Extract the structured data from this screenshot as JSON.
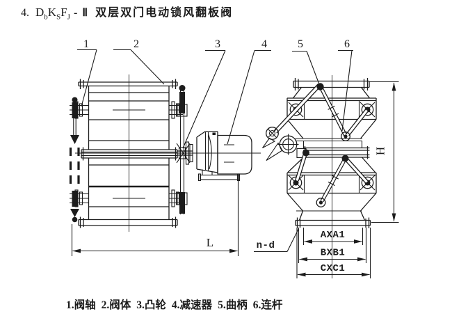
{
  "title": {
    "index": "4.",
    "formula": [
      {
        "base": "D",
        "sub": "b"
      },
      {
        "base": "K",
        "sub": "S"
      },
      {
        "base": "F",
        "sub": "J"
      }
    ],
    "dash": "-",
    "series": "Ⅱ",
    "name": "双层双门电动锁风翻板阀"
  },
  "callouts": {
    "c1": "1",
    "c2": "2",
    "c3": "3",
    "c4": "4",
    "c5": "5",
    "c6": "6"
  },
  "dimensions": {
    "length": "L",
    "height": "H",
    "flange_a": "AXA1",
    "flange_b": "BXB1",
    "flange_c": "CXC1",
    "bolt_holes": "n-d"
  },
  "legend": {
    "items": [
      "1.阀轴",
      "2.阀体",
      "3.凸轮",
      "4.减速器",
      "5.曲柄",
      "6.连杆"
    ]
  },
  "colors": {
    "line": "#1c1c1c",
    "background": "#ffffff"
  }
}
